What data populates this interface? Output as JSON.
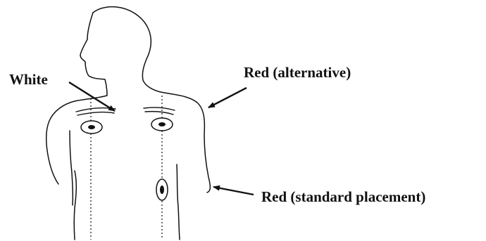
{
  "colors": {
    "line": "#111111",
    "background": "#ffffff"
  },
  "labels": {
    "white": "White",
    "red_alternative": "Red (alternative)",
    "red_standard": "Red (standard placement)"
  }
}
